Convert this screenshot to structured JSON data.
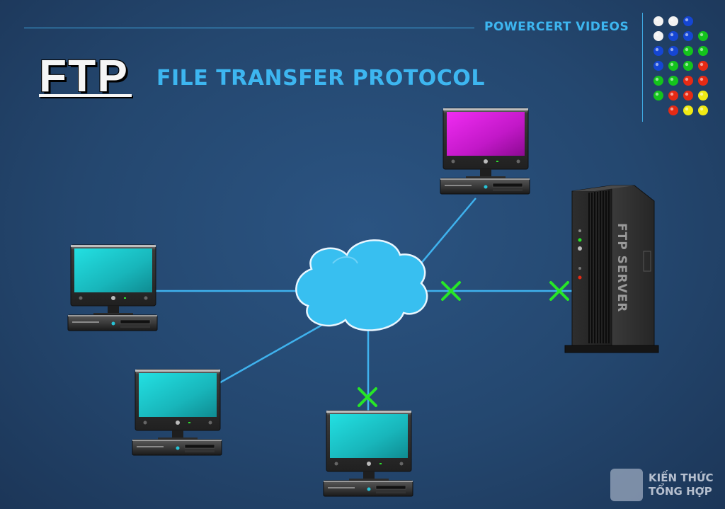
{
  "header": {
    "brand": "POWERCERT VIDEOS",
    "title_abbr": "FTP",
    "title_full": "FILE TRANSFER PROTOCOL"
  },
  "server": {
    "label": "FTP SERVER"
  },
  "watermark": {
    "line1": "KIẾN THỨC",
    "line2": "TỔNG HỢP"
  },
  "colors": {
    "accent": "#3db6f0",
    "link": "#3fb2ee",
    "cloud": "#38bff0",
    "screen_teal": "#1ec7c9",
    "screen_magenta": "#d21ed6",
    "cross": "#27e627",
    "server_body": "#2b2b2b"
  },
  "dot_grid": [
    [
      "white",
      "white",
      "blue",
      ""
    ],
    [
      "white",
      "blue",
      "blue",
      "green"
    ],
    [
      "blue",
      "blue",
      "green",
      "green"
    ],
    [
      "blue",
      "green",
      "green",
      "red"
    ],
    [
      "green",
      "green",
      "red",
      "red"
    ],
    [
      "green",
      "red",
      "red",
      "yellow"
    ],
    [
      "",
      "red",
      "yellow",
      "yellow"
    ]
  ],
  "dot_colors": {
    "white": "#f2f2f2",
    "blue": "#1546d4",
    "green": "#14c41c",
    "red": "#e52a14",
    "yellow": "#f0ea14"
  }
}
